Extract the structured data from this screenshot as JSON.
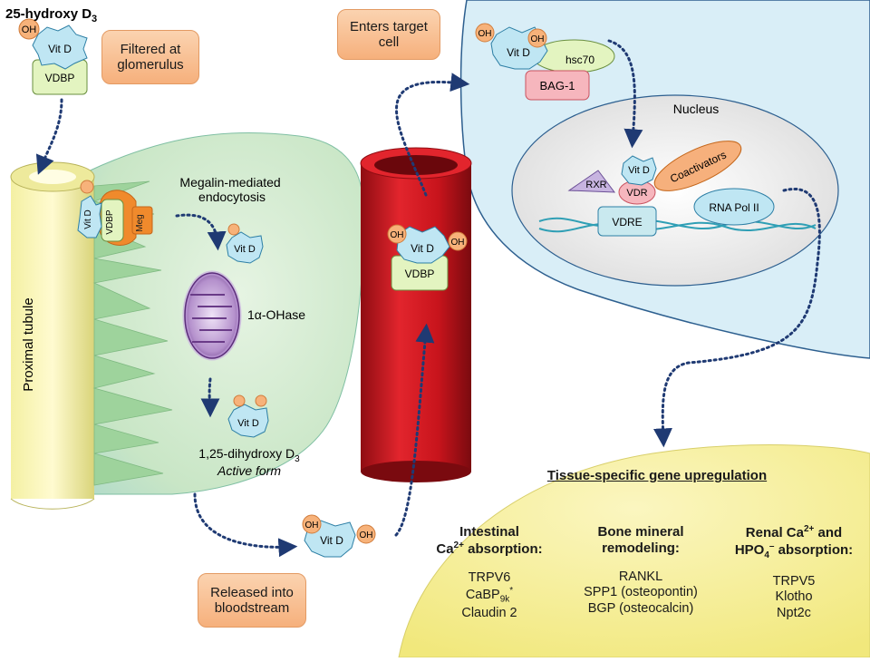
{
  "labels": {
    "precursor": "25-hydroxy D",
    "precursor_sub": "3",
    "filtered": "Filtered at\nglomerulus",
    "enters": "Enters target\ncell",
    "released": "Released into\nbloodstream",
    "proximal_tubule": "Proximal tubule",
    "megalin": "Megalin-mediated\nendocytosis",
    "ohase": "1α-OHase",
    "active_line1": "1,25-dihydroxy D",
    "active_sub": "3",
    "active_line2": "Active form",
    "nucleus": "Nucleus",
    "vitd": "Vit D",
    "oh": "OH",
    "vdbp": "VDBP",
    "meg": "Meg",
    "hsc70": "hsc70",
    "bag1": "BAG-1",
    "rxr": "RXR",
    "vdr": "VDR",
    "coactivators": "Coactivators",
    "rna_pol": "RNA Pol II",
    "vdre": "VDRE"
  },
  "genes": {
    "title": "Tissue-specific gene upregulation",
    "intestinal": {
      "head1": "Intestinal",
      "head2_pre": "Ca",
      "head2_sup": "2+",
      "head2_post": " absorption:",
      "g1": "TRPV6",
      "g2_pre": "CaBP",
      "g2_sub": "9k",
      "g2_sup": "*",
      "g3": "Claudin 2"
    },
    "bone": {
      "head1": "Bone mineral",
      "head2": "remodeling:",
      "g1": "RANKL",
      "g2": "SPP1 (osteopontin)",
      "g3": "BGP (osteocalcin)"
    },
    "renal": {
      "head1_pre": "Renal Ca",
      "head1_sup": "2+",
      "head1_post": " and",
      "head2_pre": "HPO",
      "head2_sub": "4",
      "head2_sup": "–",
      "head2_post": " absorption:",
      "g1": "TRPV5",
      "g2": "Klotho",
      "g3": "Npt2c"
    }
  },
  "colors": {
    "cell_green": "#cfe9cc",
    "nucleus_blue": "#d9eef7",
    "vessel_red": "#c8141c",
    "gene_yellow": "#f6ef9a",
    "label_orange": "#f6b07c",
    "vitd_blue": "#bfe6f3",
    "oh_orange": "#f7b27a",
    "vdbp_green": "#e3f4c0"
  }
}
